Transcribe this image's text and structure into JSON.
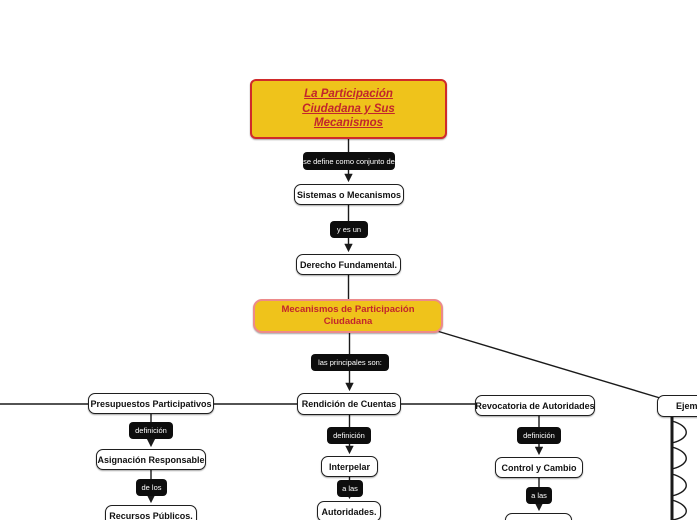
{
  "map": {
    "title": "La Participación Ciudadana y Sus Mecanismos",
    "nodes": {
      "sistemas": "Sistemas o Mecanismos",
      "derecho": "Derecho Fundamental.",
      "mecanismos": "Mecanismos de Participación Ciudadana",
      "presupuestos": "Presupuestos Participativos",
      "asignacion": "Asignación Responsable",
      "recursos": "Recursos Públicos.",
      "rendicion": "Rendición de Cuentas",
      "interpelar": "Interpelar",
      "autoridades": "Autoridades.",
      "revocatoria": "Revocatoria de Autoridades",
      "control": "Control y Cambio",
      "revocatoria_result": "",
      "ejemplos": "Ejemplos"
    },
    "connector_labels": {
      "se_define": "se define como conjunto de",
      "y_es_un": "y es un",
      "las_principales": "las principales son:",
      "definicion_presupuestos": "definición",
      "de_los": "de los",
      "definicion_rendicion": "definición",
      "a_las_rendicion": "a las",
      "definicion_revocatoria": "definición",
      "a_las_revocatoria": "a las"
    },
    "colors": {
      "highlight_fill": "#EFC31B",
      "highlight_text": "#C2252C",
      "title_border": "#D02A2A",
      "mecanismos_border": "#ED8A8A",
      "node_fill": "#FFFFFF",
      "node_text": "#111111",
      "label_fill": "#0D0D0D",
      "label_text": "#FFFFFF",
      "line": "#1A1A1A"
    }
  }
}
